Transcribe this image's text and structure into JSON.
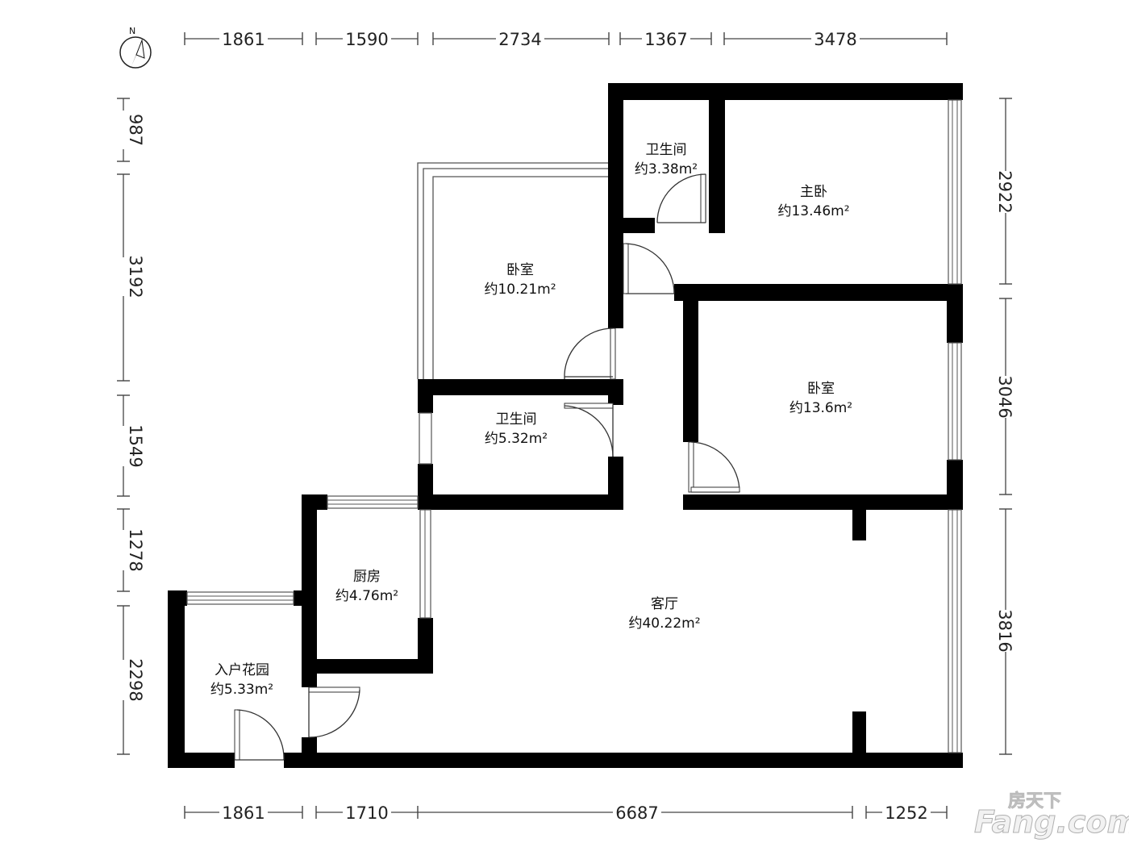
{
  "compass": {
    "label": "N",
    "icon": "north-arrow-icon"
  },
  "dimensions": {
    "top": [
      "1861",
      "1590",
      "2734",
      "1367",
      "3478"
    ],
    "bottom": [
      "1861",
      "1710",
      "6687",
      "1252"
    ],
    "left": [
      "987",
      "3192",
      "1549",
      "1278",
      "2298"
    ],
    "right": [
      "2922",
      "3046",
      "3816"
    ]
  },
  "rooms": {
    "bathroom_upper": {
      "name": "卫生间",
      "area": "约3.38m²"
    },
    "master_bedroom": {
      "name": "主卧",
      "area": "约13.46m²"
    },
    "bedroom_left": {
      "name": "卧室",
      "area": "约10.21m²"
    },
    "bedroom_right": {
      "name": "卧室",
      "area": "约13.6m²"
    },
    "bathroom_lower": {
      "name": "卫生间",
      "area": "约5.32m²"
    },
    "kitchen": {
      "name": "厨房",
      "area": "约4.76m²"
    },
    "living_room": {
      "name": "客厅",
      "area": "约40.22m²"
    },
    "entry_garden": {
      "name": "入户花园",
      "area": "约5.33m²"
    }
  },
  "watermark": {
    "line1": "房天下",
    "line2": "Fang.com"
  }
}
